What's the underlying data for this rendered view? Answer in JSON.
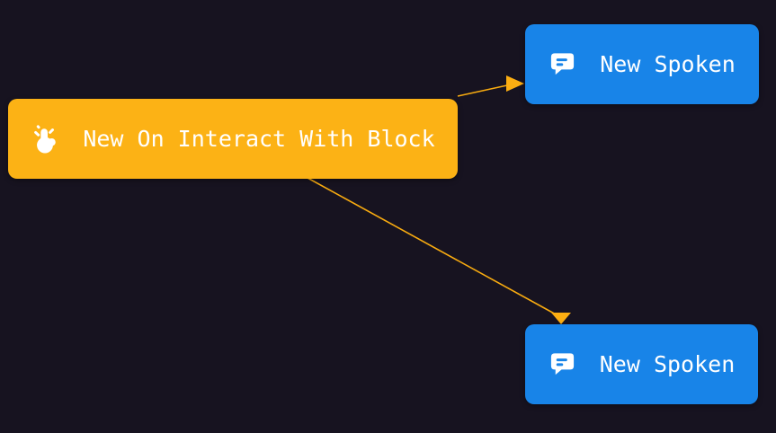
{
  "canvas": {
    "background": "#171320"
  },
  "nodes": [
    {
      "id": "on-interact-with-block",
      "label": "New On Interact With Block",
      "icon": "tap-icon",
      "fill": "#fcb215",
      "text_color": "#ffffff"
    },
    {
      "id": "new-spoken-top",
      "label": "New Spoken",
      "icon": "speech-bubble-icon",
      "fill": "#1884e8",
      "text_color": "#ffffff"
    },
    {
      "id": "new-spoken-bottom",
      "label": "New Spoken",
      "icon": "speech-bubble-icon",
      "fill": "#1884e8",
      "text_color": "#ffffff"
    }
  ],
  "edges": [
    {
      "from": "on-interact-with-block",
      "to": "new-spoken-top",
      "color": "#f8ab10",
      "arrowhead": "right"
    },
    {
      "from": "on-interact-with-block",
      "to": "new-spoken-bottom",
      "color": "#f8ab10",
      "arrowhead": "down"
    }
  ]
}
